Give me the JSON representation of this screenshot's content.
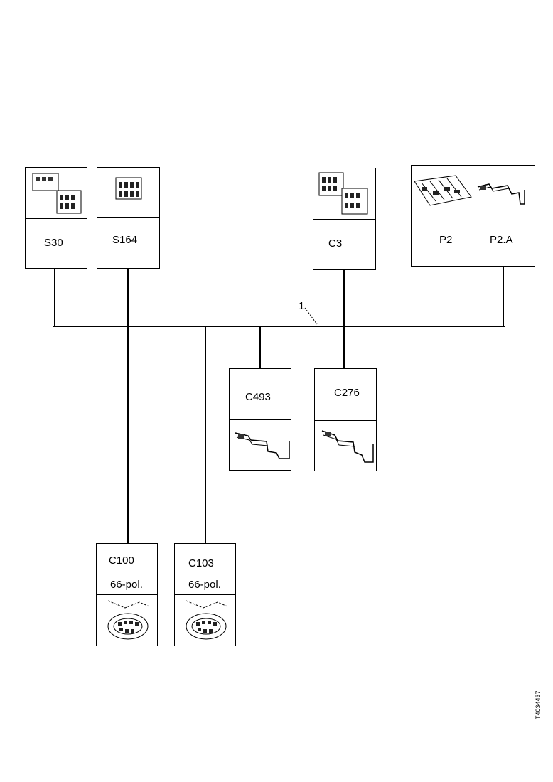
{
  "connectors": {
    "s30": {
      "label": "S30",
      "icon": "connector-pair-icon"
    },
    "s164": {
      "label": "S164",
      "icon": "connector-icon"
    },
    "c3": {
      "label": "C3",
      "icon": "connector-pair-icon"
    },
    "p2": {
      "label": "P2",
      "icon": "fuse-board-icon"
    },
    "p2a": {
      "label": "P2.A",
      "icon": "terminal-icon"
    },
    "c493": {
      "label": "C493",
      "icon": "terminal-icon"
    },
    "c276": {
      "label": "C276",
      "icon": "terminal-icon"
    },
    "c100": {
      "label": "C100",
      "sublabel": "66-pol.",
      "icon": "multipin-connector-icon"
    },
    "c103": {
      "label": "C103",
      "sublabel": "66-pol.",
      "icon": "multipin-connector-icon"
    }
  },
  "harness_ref": "1",
  "document_id": "T4034437"
}
